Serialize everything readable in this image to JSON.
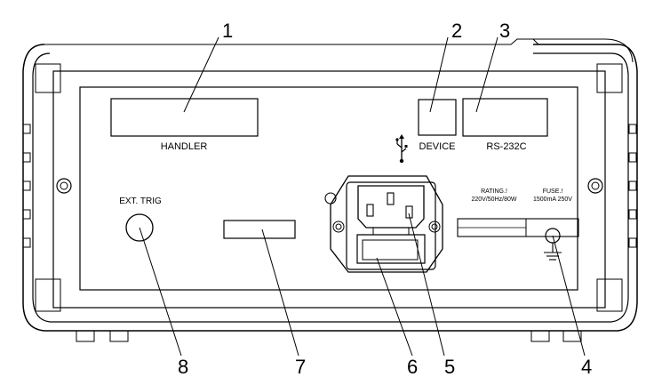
{
  "panel_labels": {
    "handler": "HANDLER",
    "device": "DEVICE",
    "rs232c": "RS-232C",
    "ext_trig": "EXT. TRIG",
    "rating_title": "RATING.!",
    "rating_value": "220V/50Hz/80W",
    "fuse_title": "FUSE.!",
    "fuse_value": "1500mA 250V"
  },
  "callouts": [
    "1",
    "2",
    "3",
    "4",
    "5",
    "6",
    "7",
    "8"
  ],
  "icons": [
    "usb-icon",
    "ground-icon"
  ]
}
